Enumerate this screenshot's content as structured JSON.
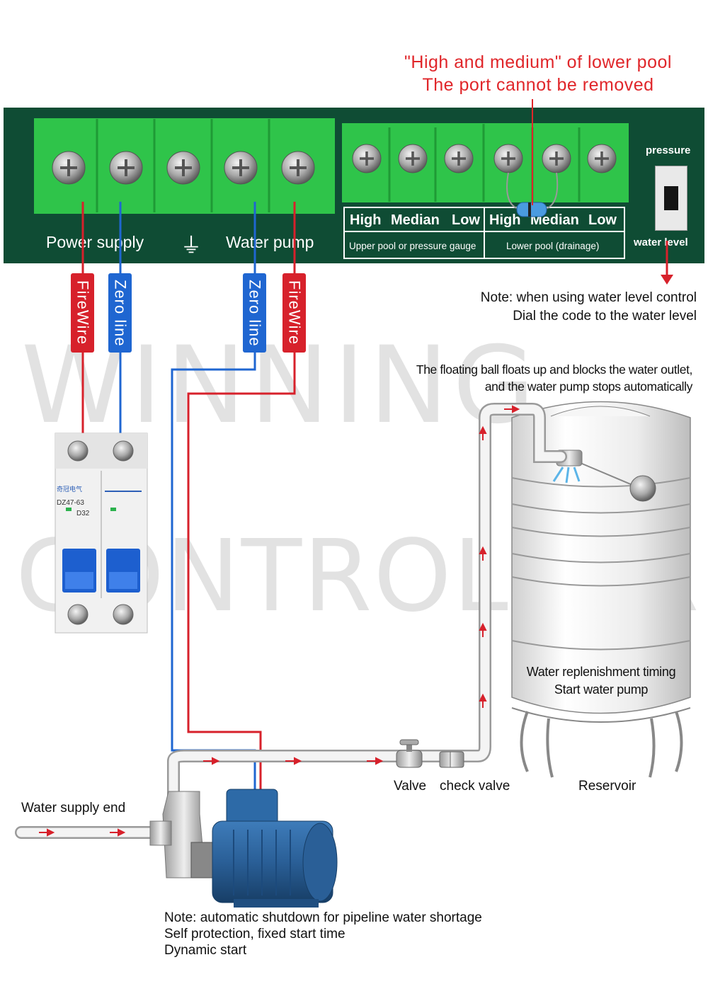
{
  "watermark": {
    "line1": "WINNING",
    "line2": "CONTROLLER"
  },
  "top_note": {
    "line1": "\"High and medium\" of lower pool",
    "line2": "The port cannot be removed"
  },
  "board": {
    "power_supply": "Power supply",
    "ground_symbol": "⏚",
    "water_pump": "Water pump",
    "upper_group": {
      "high": "High",
      "median": "Median",
      "low": "Low",
      "caption": "Upper pool or pressure gauge"
    },
    "lower_group": {
      "high": "High",
      "median": "Median",
      "low": "Low",
      "caption": "Lower pool (drainage)"
    },
    "switch_top": "pressure",
    "switch_bottom": "water level"
  },
  "wires": {
    "firewire_left": "FireWire",
    "zero_left": "Zero line",
    "zero_right": "Zero line",
    "firewire_right": "FireWire"
  },
  "colors": {
    "fire": "#d7212b",
    "zero": "#1f66d1",
    "board": "#0f4c34",
    "terminal": "#2fc44a"
  },
  "notes": {
    "dial_line1": "Note: when using water level control",
    "dial_line2": "Dial the code to the water level",
    "float_line1": "The floating ball floats up and blocks the water outlet,",
    "float_line2": "and the water pump stops automatically",
    "tank_line1": "Water replenishment timing",
    "tank_line2": "Start water pump",
    "pump_line1": "Note: automatic shutdown for pipeline water shortage",
    "pump_line2": "Self protection, fixed start time",
    "pump_line3": "Dynamic start"
  },
  "breaker": {
    "brand": "奇冠电气",
    "model": "DZ47-63",
    "rating": "D32"
  },
  "labels": {
    "valve": "Valve",
    "check_valve": "check valve",
    "reservoir": "Reservoir",
    "water_supply": "Water supply end"
  }
}
